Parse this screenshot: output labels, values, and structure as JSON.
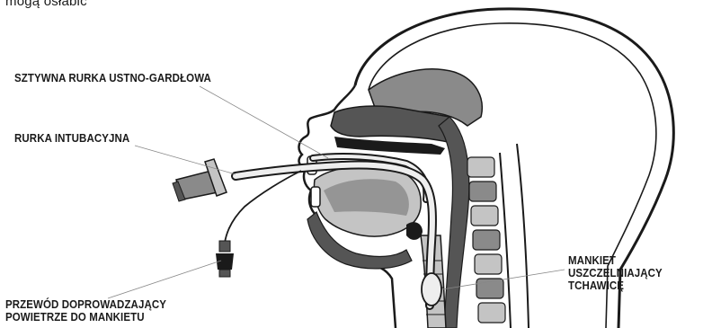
{
  "header": {
    "partial_text": "mogą osłabić"
  },
  "labels": {
    "rigid_airway": "SZTYWNA RURKA USTNO-GARDŁOWA",
    "intubation_tube": "RURKA INTUBACYJNA",
    "cuff_inflation_line": {
      "line1": "PRZEWÓD DOPROWADZAJĄCY",
      "line2": "POWIETRZE DO MANKIETU"
    },
    "tracheal_cuff": {
      "line1": "MANKIET",
      "line2": "USZCZELNIAJĄCY",
      "line3": "TCHAWICĘ"
    }
  },
  "colors": {
    "outline": "#1a1a1a",
    "tissue_dark": "#555555",
    "tissue_mid": "#8a8a8a",
    "tissue_light": "#c4c4c4",
    "tube": "#eeeeee"
  }
}
